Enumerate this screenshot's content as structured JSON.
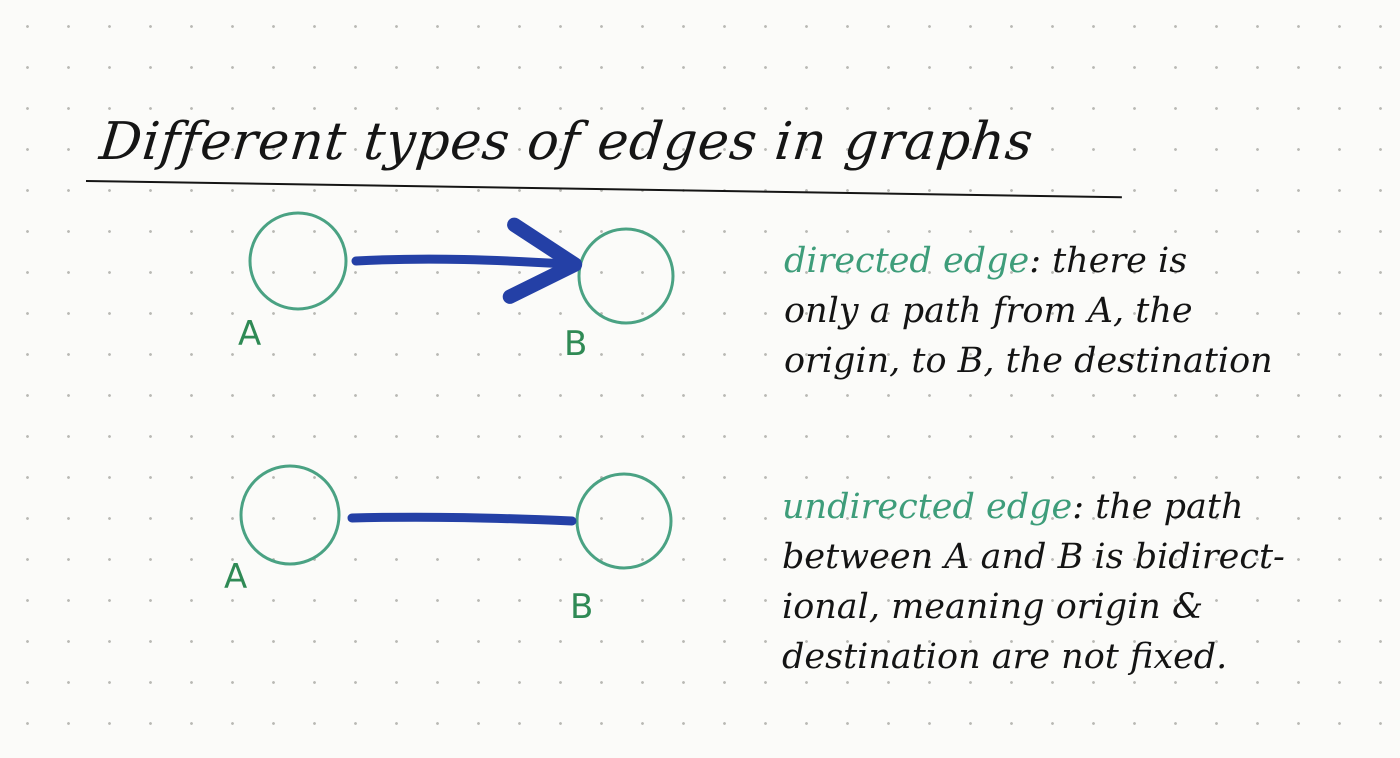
{
  "title": "Different types of edges in graphs",
  "colors": {
    "node_stroke": "#4aa283",
    "node_label": "#2f8a55",
    "edge": "#2440a6",
    "term": "#3e9d7a",
    "ink": "#141414"
  },
  "directed": {
    "node_a_label": "A",
    "node_b_label": "B",
    "term": "directed edge",
    "description_lines": [
      ": there is",
      "only a path from A, the",
      "origin, to B, the destination"
    ]
  },
  "undirected": {
    "node_a_label": "A",
    "node_b_label": "B",
    "term": "undirected edge",
    "description_lines": [
      ": the path",
      "between A and B is bidirect-",
      "ional, meaning origin &",
      "destination are not fixed."
    ]
  }
}
